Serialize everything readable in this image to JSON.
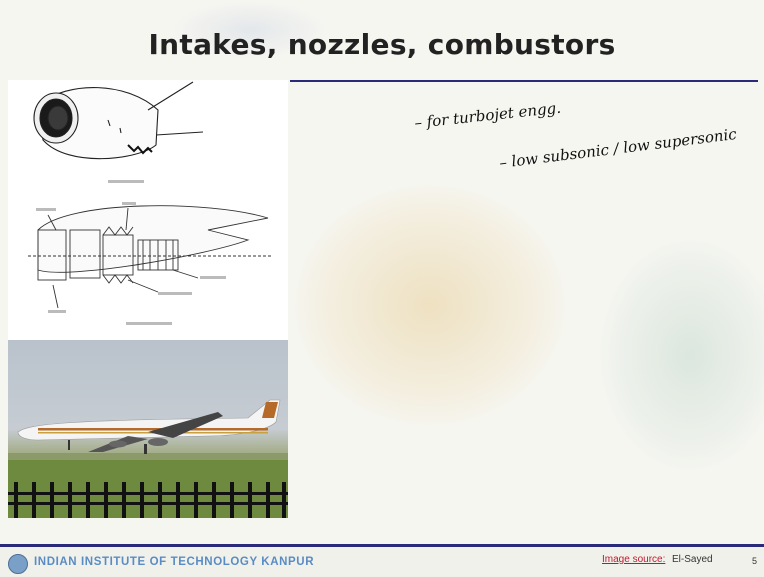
{
  "slide": {
    "title": "Intakes, nozzles, combustors"
  },
  "handwritten_notes": [
    "– for turbojet engg.",
    "– low subsonic / low supersonic"
  ],
  "figures": {
    "engine_nacelle": {},
    "engine_section": {},
    "aircraft_photo": {}
  },
  "footer": {
    "institute": "INDIAN INSTITUTE OF TECHNOLOGY KANPUR",
    "image_source_label": "Image source:",
    "image_source_name": "El-Sayed",
    "page_number": "5"
  },
  "colors": {
    "rule": "#2a2a7a",
    "institute_text": "#5a8cc4",
    "source_link": "#c0182b"
  }
}
